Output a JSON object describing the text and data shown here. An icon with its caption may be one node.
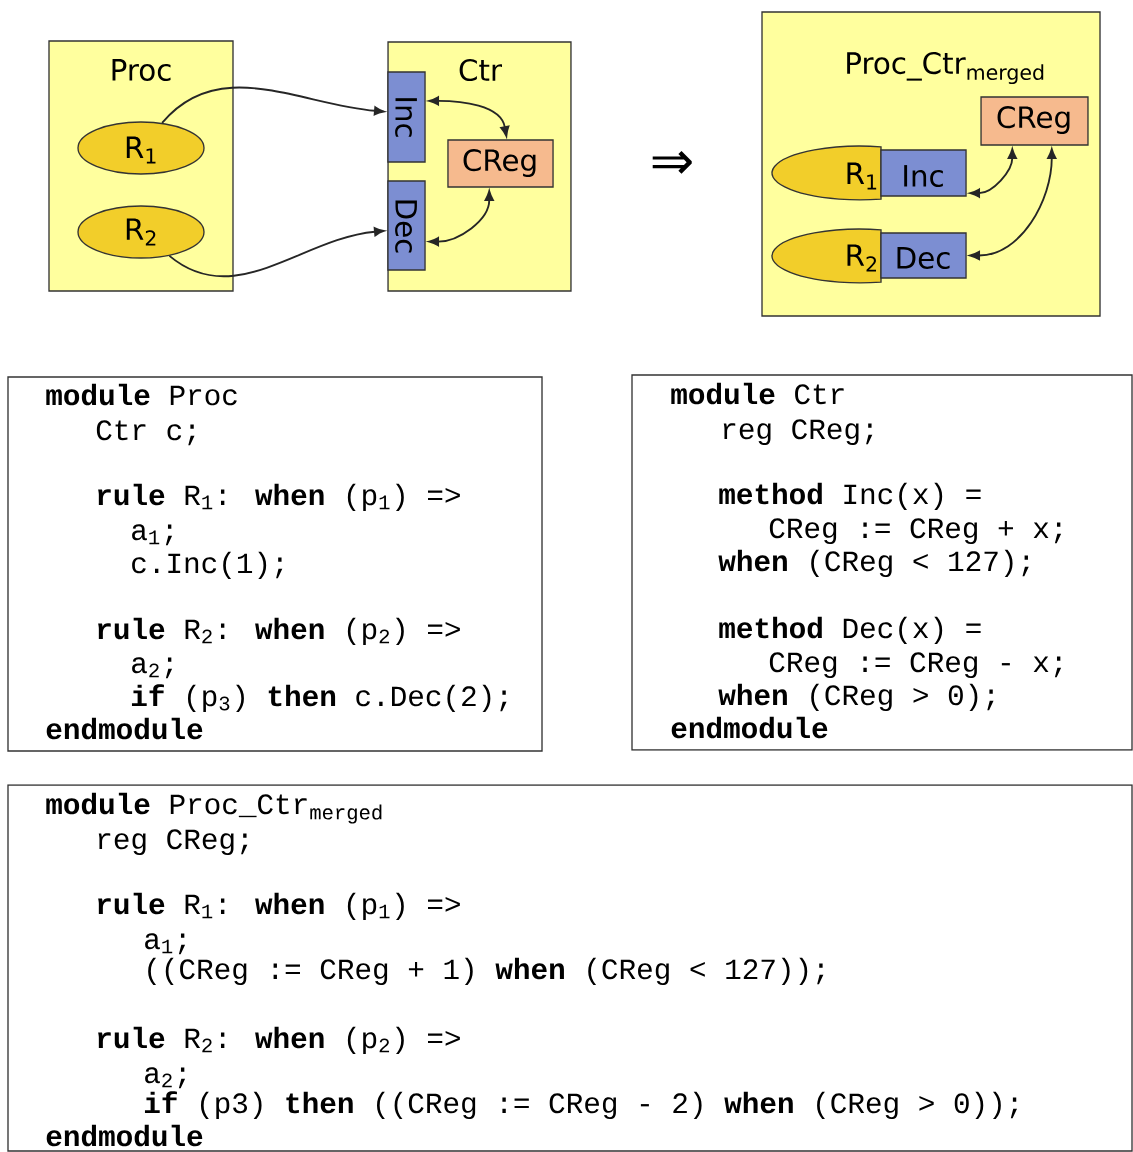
{
  "diagram": {
    "nodes": [
      {
        "text": [
          "Proc"
        ]
      },
      {
        "text": [
          "R$_{1}$"
        ],
        "in": 0
      },
      {
        "text": [
          "R$_{2}$"
        ],
        "in": 0
      },
      {
        "text": [
          "Ctr"
        ]
      },
      {
        "text": [
          "Inc"
        ],
        "in": 3
      },
      {
        "text": [
          "CReg"
        ],
        "in": 3
      },
      {
        "text": [
          "Dec"
        ],
        "in": 3
      },
      {
        "text": [
          "Proc_Ctr$_{merged}$"
        ]
      },
      {
        "text": [
          "R$_{1}$"
        ],
        "in": 7
      },
      {
        "text": [
          "Inc"
        ],
        "in": 7
      },
      {
        "text": [
          "R$_{2}$"
        ],
        "in": 7
      },
      {
        "text": [
          "Dec"
        ],
        "in": 7
      },
      {
        "text": [
          "CReg"
        ],
        "in": 7
      },
      {
        "text": [
          "**module** Proc",
          "Ctr c;",
          "**rule** R$_{1}$: **when** (p$_{1}$) =>",
          "a$_{1}$;",
          "c.Inc(1);",
          "**rule** R$_{2}$: **when** (p$_{2}$) =>",
          "a$_{2}$;",
          "**if** (p$_{3}$) **then** c.Dec(2);",
          "**endmodule**"
        ]
      },
      {
        "text": [
          "**module** Ctr",
          "reg CReg;",
          "**method** Inc(x) =",
          "CReg := CReg + x;",
          "**when** (CReg < 127);",
          "**method** Dec(x) =",
          "CReg := CReg - x;",
          "**when** (CReg > 0);",
          "**endmodule**"
        ]
      },
      {
        "text": [
          "**module** Proc_Ctr$_{merged}$",
          "reg CReg;",
          "**rule** R$_{1}$: **when** (p$_{1}$) =>",
          "a$_{1}$;",
          "((CReg := CReg + 1) **when** (CReg < 127));",
          "**rule** R$_{2}$: **when** (p$_{2}$) =>",
          "a$_{2}$;",
          "**if** (p3) **then** ((CReg := CReg - 2) **when** (CReg > 0));",
          "**endmodule**"
        ]
      }
    ],
    "edges": [
      {
        "from": 1,
        "to": 4,
        "arrow": "to"
      },
      {
        "from": 2,
        "to": 6,
        "arrow": "to"
      },
      {
        "from": 4,
        "to": 5,
        "arrow": "both"
      },
      {
        "from": 6,
        "to": 5,
        "arrow": "both"
      },
      {
        "from": 9,
        "to": 12,
        "arrow": "both"
      },
      {
        "from": 11,
        "to": 12,
        "arrow": "both"
      }
    ],
    "labels": [
      "⇒"
    ]
  }
}
